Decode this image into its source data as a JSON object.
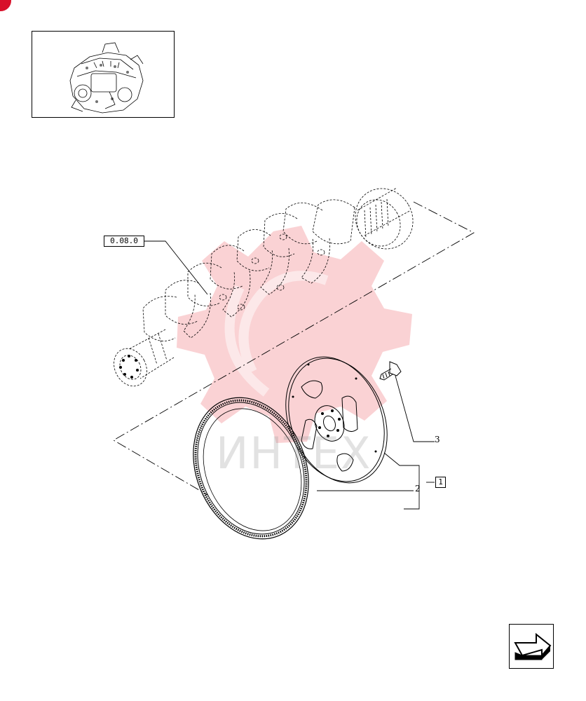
{
  "reference_section": "0.08.0",
  "callouts": {
    "ring_gear": "2",
    "bolt": "3",
    "assembly": "1"
  },
  "watermark": "ИНТЕХ",
  "icons": {
    "thumbnail": "engine-thumbnail-icon",
    "next": "next-page-arrow-icon",
    "badge": "corner-badge-icon"
  },
  "colors": {
    "line": "#000000",
    "watermark": "#e8323c",
    "badge": "#d8102a"
  }
}
